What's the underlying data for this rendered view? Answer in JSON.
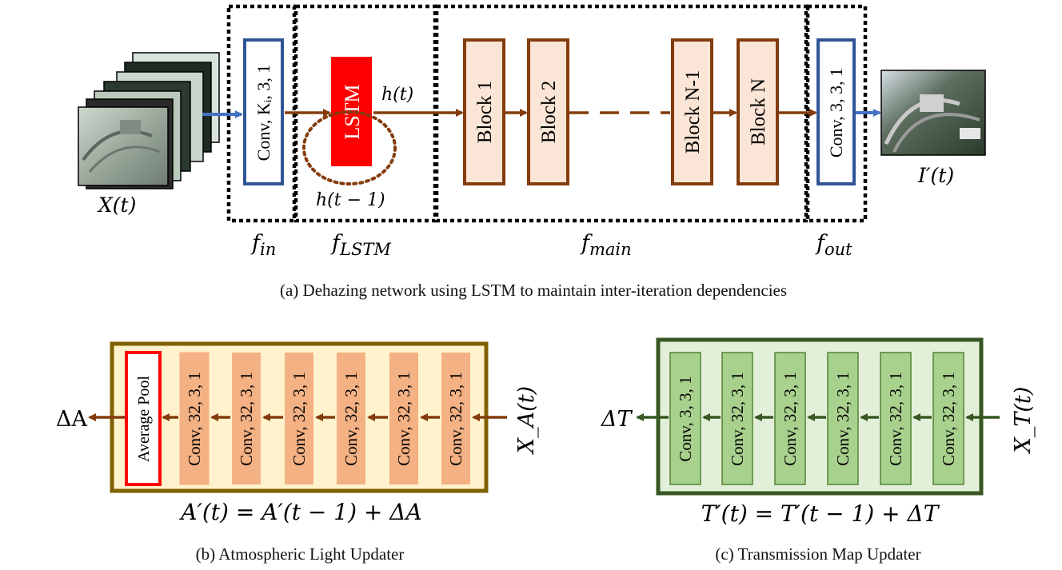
{
  "panel_a": {
    "input_label": "X(t)",
    "output_label": "I′(t)",
    "f_in_label": "Conv, Kᵢ, 3, 1",
    "lstm_label": "LSTM",
    "h_t": "h(t)",
    "h_t_minus_1": "h(t − 1)",
    "blocks": [
      "Block  1",
      "Block  2",
      "Block N-1",
      "Block N"
    ],
    "f_out_label": "Conv, 3, 3, 1",
    "stage_labels": {
      "in": {
        "base": "f",
        "sub": "in"
      },
      "lstm": {
        "base": "f",
        "sub": "LSTM"
      },
      "main": {
        "base": "f",
        "sub": "main"
      },
      "out": {
        "base": "f",
        "sub": "out"
      }
    },
    "caption": "(a)  Dehazing network using LSTM to maintain inter-iteration dependencies"
  },
  "panel_b": {
    "pool_label": "Average Pool",
    "conv_labels": [
      "Conv, 32, 3, 1",
      "Conv, 32, 3, 1",
      "Conv, 32, 3, 1",
      "Conv, 32, 3, 1",
      "Conv, 32, 3, 1",
      "Conv, 32, 3, 1"
    ],
    "output_label": "ΔA",
    "input_label": "X_A(t)",
    "equation": "A′(t) = A′(t − 1) + ΔA",
    "caption": "(b)  Atmospheric Light Updater",
    "colors": {
      "frame": "#806000",
      "fill": "#fff2cc",
      "block": "#f4b183",
      "pool_border": "#ff0000",
      "arrow": "#843c0c"
    }
  },
  "panel_c": {
    "conv_labels": [
      "Conv, 3, 3, 1",
      "Conv, 32, 3, 1",
      "Conv, 32, 3, 1",
      "Conv, 32, 3, 1",
      "Conv, 32, 3, 1",
      "Conv, 32, 3, 1"
    ],
    "output_label": "ΔT",
    "input_label": "X_T(t)",
    "equation": "T′(t) = T′(t − 1) + ΔT",
    "caption": "(c)  Transmission Map Updater",
    "colors": {
      "frame": "#385723",
      "fill": "#e2f0d9",
      "block": "#a9d18e",
      "arrow": "#385723"
    }
  },
  "colors": {
    "conv_blue": "#2f5597",
    "lstm_red": "#ff0000",
    "block_fill": "#fbe5d6",
    "block_border": "#843c0c",
    "arrow_brown": "#843c0c",
    "arrow_blue": "#4472c4"
  }
}
